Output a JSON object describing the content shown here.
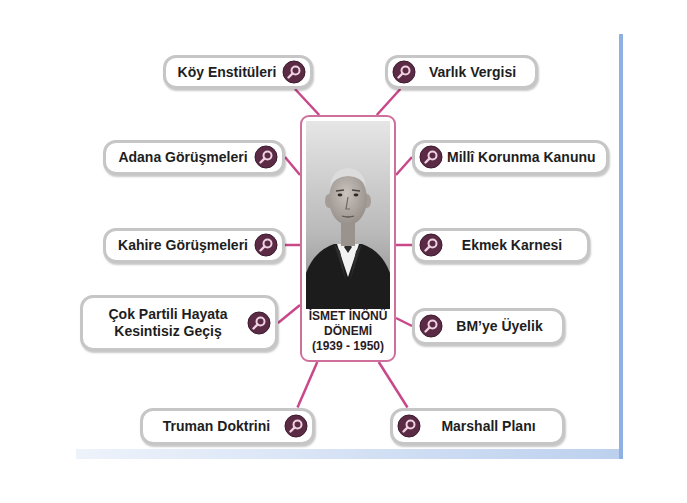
{
  "diagram": {
    "nodes": [
      {
        "text": [
          "Köy Enstitüleri"
        ]
      },
      {
        "text": [
          "Varlık Vergisi"
        ]
      },
      {
        "text": [
          "İSMET İNÖNÜ DÖNEMİ",
          "(1939 - 1950)"
        ]
      },
      {
        "text": [
          "Adana Görüşmeleri"
        ]
      },
      {
        "text": [
          "Millî Korunma Kanunu"
        ]
      },
      {
        "text": [
          "Kahire Görüşmeleri"
        ]
      },
      {
        "text": [
          "Ekmek Karnesi"
        ]
      },
      {
        "text": [
          "Çok Partili Hayata Kesintisiz Geçiş"
        ]
      },
      {
        "text": [
          "BM’ye Üyelik"
        ]
      },
      {
        "text": [
          "Truman Doktrini"
        ]
      },
      {
        "text": [
          "Marshall Planı"
        ]
      }
    ],
    "edges": [
      {
        "from": 2,
        "to": 0,
        "arrow": "none"
      },
      {
        "from": 2,
        "to": 1,
        "arrow": "none"
      },
      {
        "from": 2,
        "to": 3,
        "arrow": "none"
      },
      {
        "from": 2,
        "to": 4,
        "arrow": "none"
      },
      {
        "from": 2,
        "to": 5,
        "arrow": "none"
      },
      {
        "from": 2,
        "to": 6,
        "arrow": "none"
      },
      {
        "from": 2,
        "to": 7,
        "arrow": "none"
      },
      {
        "from": 2,
        "to": 8,
        "arrow": "none"
      },
      {
        "from": 2,
        "to": 9,
        "arrow": "none"
      },
      {
        "from": 2,
        "to": 10,
        "arrow": "none"
      }
    ]
  }
}
